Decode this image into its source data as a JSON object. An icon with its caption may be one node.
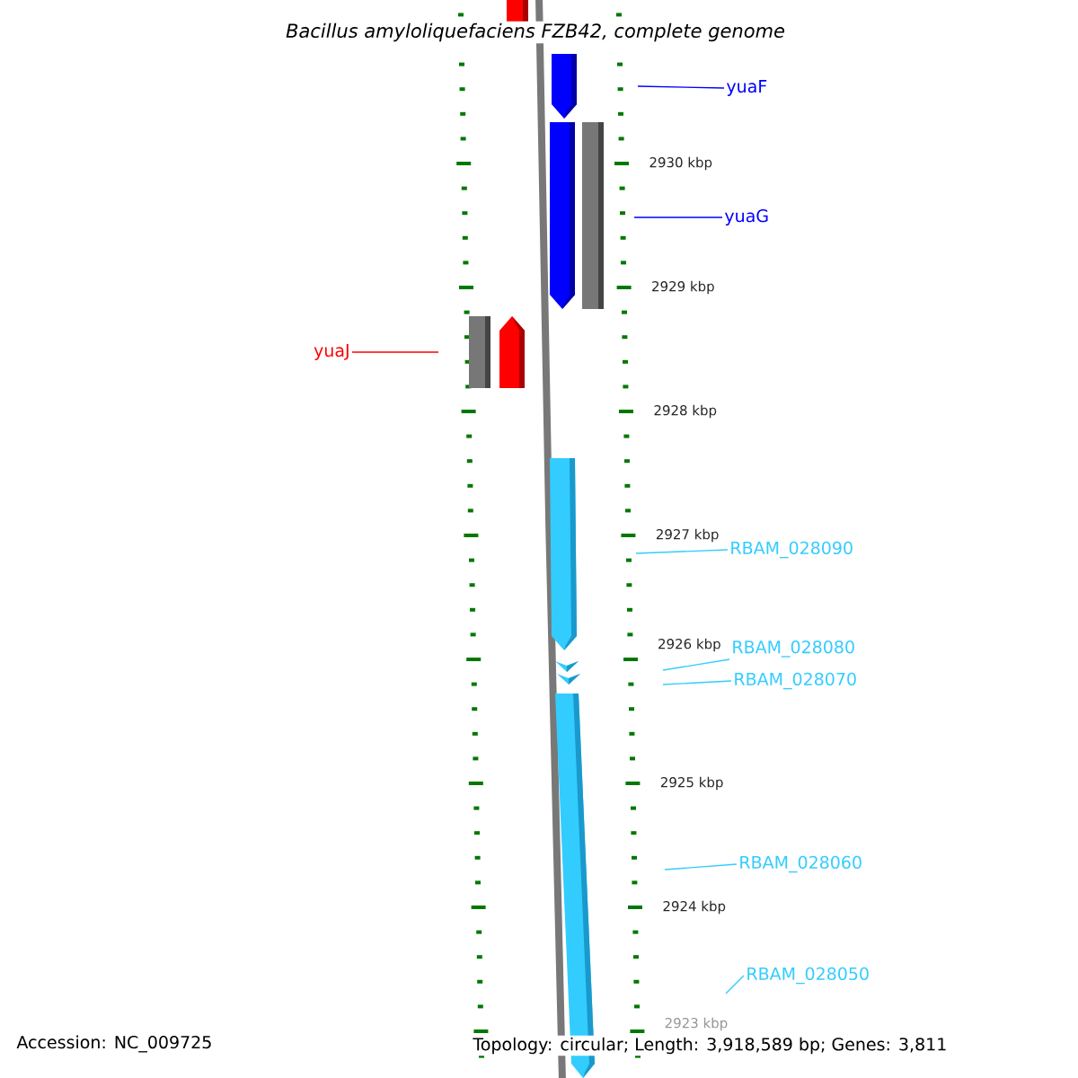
{
  "diagram": {
    "title": "Bacillus amyloliquefaciens FZB42, complete genome",
    "nodes": [
      {
        "text": [
          "yuaF"
        ]
      },
      {
        "text": [
          "yuaG"
        ]
      },
      {
        "text": [
          "yuaJ"
        ]
      },
      {
        "text": [
          "RBAM_028090"
        ]
      },
      {
        "text": [
          "RBAM_028080"
        ]
      },
      {
        "text": [
          "RBAM_028070"
        ]
      },
      {
        "text": [
          "RBAM_028060"
        ]
      },
      {
        "text": [
          "RBAM_028050"
        ]
      }
    ],
    "edges": [
      {
        "from": 0,
        "to": null,
        "arrow": "none",
        "color": "#0000ff"
      },
      {
        "from": 1,
        "to": null,
        "arrow": "none",
        "color": "#0000ff"
      },
      {
        "from": 2,
        "to": null,
        "arrow": "none",
        "color": "#ff0000"
      },
      {
        "from": 3,
        "to": null,
        "arrow": "none"
      },
      {
        "from": 4,
        "to": null,
        "arrow": "none"
      },
      {
        "from": 5,
        "to": null,
        "arrow": "none"
      },
      {
        "from": 6,
        "to": null,
        "arrow": "none"
      },
      {
        "from": 7,
        "to": null,
        "arrow": "none"
      }
    ],
    "labels": [
      "2930 kbp",
      "2929 kbp",
      "2928 kbp",
      "2927 kbp",
      "2926 kbp",
      "2925 kbp",
      "2924 kbp",
      "2923 kbp",
      "Accession: NC_009725",
      "Topology: circular; Length: 3,918,589 bp; Genes: 3,811"
    ]
  }
}
